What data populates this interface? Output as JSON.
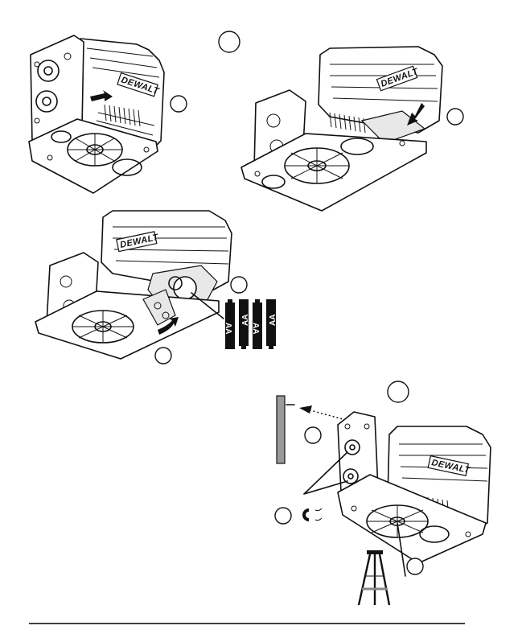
{
  "brand": {
    "logo_text": "DEWALT"
  },
  "batteries": {
    "label": "AA",
    "count": 4
  },
  "footer": {
    "rule_color": "#000000"
  },
  "icons": {
    "magnet": "magnet-icon",
    "tripod": "tripod-icon",
    "mount_arrow": "dotted-arrow-icon",
    "slide_arrow": "arrow-icon"
  }
}
